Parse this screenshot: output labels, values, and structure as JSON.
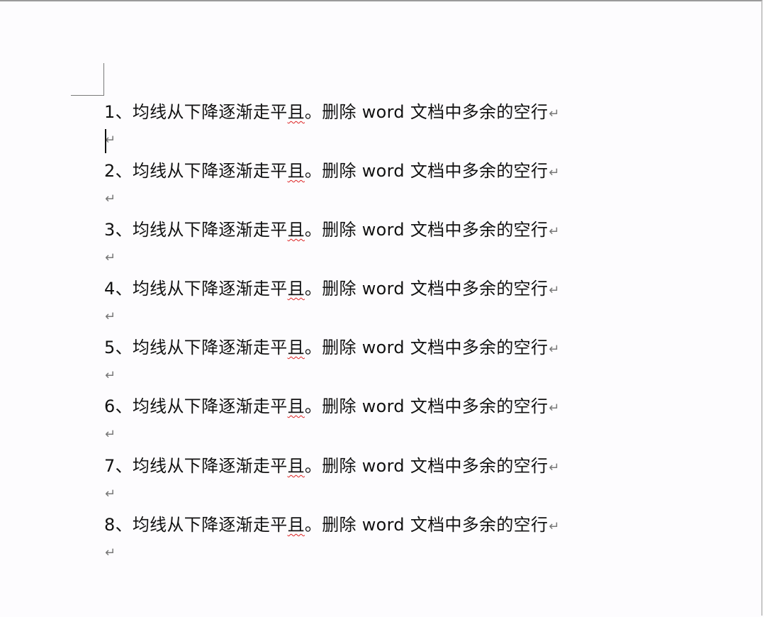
{
  "document": {
    "paragraphs": [
      {
        "number": "1、",
        "before": "均线从下降逐渐走平",
        "flagged": "且",
        "after": "。删除 word 文档中多余的空行"
      },
      {
        "number": "2、",
        "before": "均线从下降逐渐走平",
        "flagged": "且",
        "after": "。删除 word 文档中多余的空行"
      },
      {
        "number": "3、",
        "before": "均线从下降逐渐走平",
        "flagged": "且",
        "after": "。删除 word 文档中多余的空行"
      },
      {
        "number": "4、",
        "before": "均线从下降逐渐走平",
        "flagged": "且",
        "after": "。删除 word 文档中多余的空行"
      },
      {
        "number": "5、",
        "before": "均线从下降逐渐走平",
        "flagged": "且",
        "after": "。删除 word 文档中多余的空行"
      },
      {
        "number": "6、",
        "before": "均线从下降逐渐走平",
        "flagged": "且",
        "after": "。删除 word 文档中多余的空行"
      },
      {
        "number": "7、",
        "before": "均线从下降逐渐走平",
        "flagged": "且",
        "after": "。删除 word 文档中多余的空行"
      },
      {
        "number": "8、",
        "before": "均线从下降逐渐走平",
        "flagged": "且",
        "after": "。删除 word 文档中多余的空行"
      }
    ],
    "paragraph_mark": "↵",
    "spellcheck_color": "#dd2222"
  }
}
